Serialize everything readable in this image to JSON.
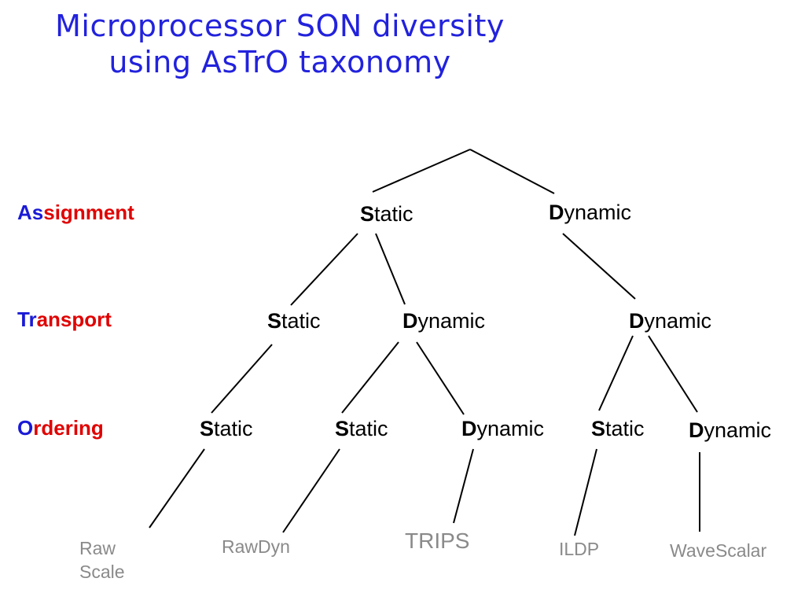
{
  "title": {
    "line1": "Microprocessor SON diversity",
    "line2": "using AsTrO taxonomy"
  },
  "levels": [
    {
      "pre": "As",
      "rest": "signment"
    },
    {
      "pre": "Tr",
      "rest": "ansport"
    },
    {
      "pre": "O",
      "rest": "rdering"
    }
  ],
  "nodes": {
    "assign_static": {
      "init": "S",
      "rest": "tatic"
    },
    "assign_dynamic": {
      "init": "D",
      "rest": "ynamic"
    },
    "transport_static": {
      "init": "S",
      "rest": "tatic"
    },
    "transport_dynamic_1": {
      "init": "D",
      "rest": "ynamic"
    },
    "transport_dynamic_2": {
      "init": "D",
      "rest": "ynamic"
    },
    "order_static_1": {
      "init": "S",
      "rest": "tatic"
    },
    "order_static_2": {
      "init": "S",
      "rest": "tatic"
    },
    "order_dynamic_1": {
      "init": "D",
      "rest": "ynamic"
    },
    "order_static_3": {
      "init": "S",
      "rest": "tatic"
    },
    "order_dynamic_2": {
      "init": "D",
      "rest": "ynamic"
    }
  },
  "leaves": {
    "raw_l1": "Raw",
    "raw_l2": "Scale",
    "rawdyn": "RawDyn",
    "trips": "TRIPS",
    "ildp": "ILDP",
    "wavescalar": "WaveScalar"
  },
  "colors": {
    "title": "#2222dd",
    "level_prefix": "#1a1ad6",
    "level_rest": "#e00000",
    "leaf": "#8a8a8a"
  }
}
